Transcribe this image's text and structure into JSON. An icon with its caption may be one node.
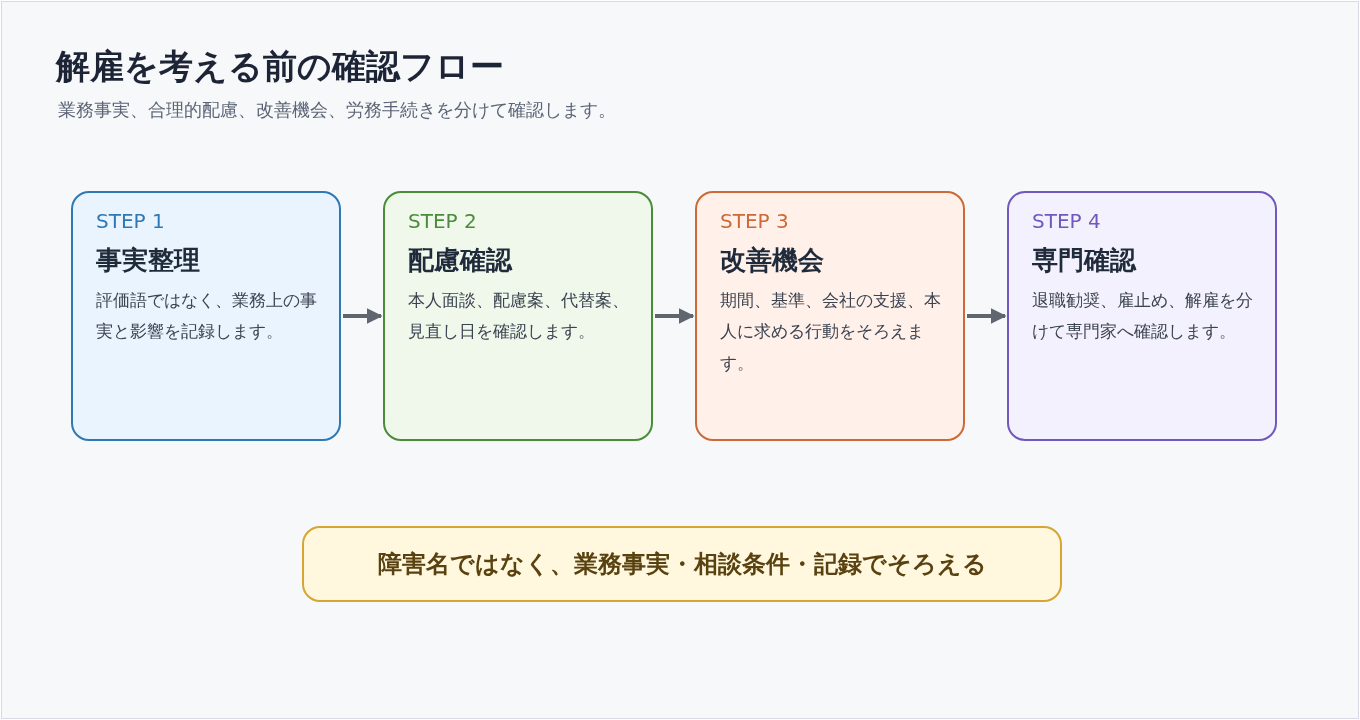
{
  "diagram": {
    "title": "解雇を考える前の確認フロー",
    "caption": "業務事実、合理的配慮、改善機会、労務手続きを分けて確認します。",
    "nodes": [
      {
        "text": [
          "STEP 1",
          "事実整理",
          "評価語ではなく、業務上の事実と影響を記録します。"
        ]
      },
      {
        "text": [
          "STEP 2",
          "配慮確認",
          "本人面談、配慮案、代替案、見直し日を確認します。"
        ]
      },
      {
        "text": [
          "STEP 3",
          "改善機会",
          "期間、基準、会社の支援、本人に求める行動をそろえます。"
        ]
      },
      {
        "text": [
          "STEP 4",
          "専門確認",
          "退職勧奨、雇止め、解雇を分けて専門家へ確認します。"
        ]
      },
      {
        "text": [
          "障害名ではなく、業務事実・相談条件・記録でそろえる"
        ]
      }
    ],
    "edges": [
      {
        "from": 0,
        "to": 1,
        "arrow": "to"
      },
      {
        "from": 1,
        "to": 2,
        "arrow": "to"
      },
      {
        "from": 2,
        "to": 3,
        "arrow": "to"
      }
    ]
  }
}
